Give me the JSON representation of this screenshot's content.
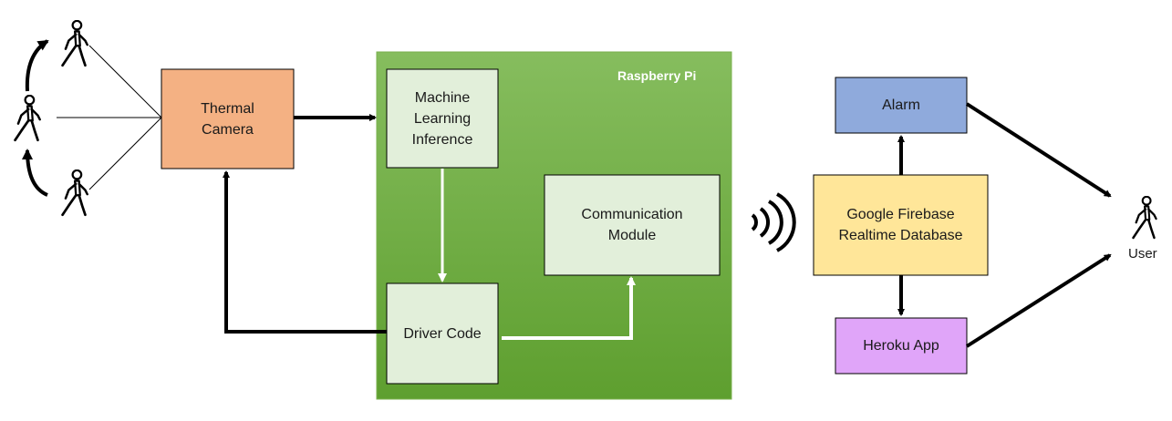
{
  "raspberry_pi": {
    "title": "Raspberry Pi"
  },
  "nodes": {
    "thermal_camera": "Thermal\nCamera",
    "ml_inference": "Machine\nLearning\nInference",
    "communication_module": "Communication\nModule",
    "driver_code": "Driver Code",
    "alarm": "Alarm",
    "firebase": "Google Firebase\nRealtime Database",
    "heroku": "Heroku App"
  },
  "user": {
    "label": "User"
  },
  "icons": [
    "walking-person-icon",
    "wireless-signal-icon"
  ],
  "colors": {
    "thermal_camera": "#f4b183",
    "raspberry_pi_top": "#86bd5e",
    "raspberry_pi_bottom": "#5e9f2f",
    "module_box": "#e2efda",
    "alarm": "#8faadc",
    "firebase": "#ffe699",
    "heroku": "#e0a5f9"
  }
}
